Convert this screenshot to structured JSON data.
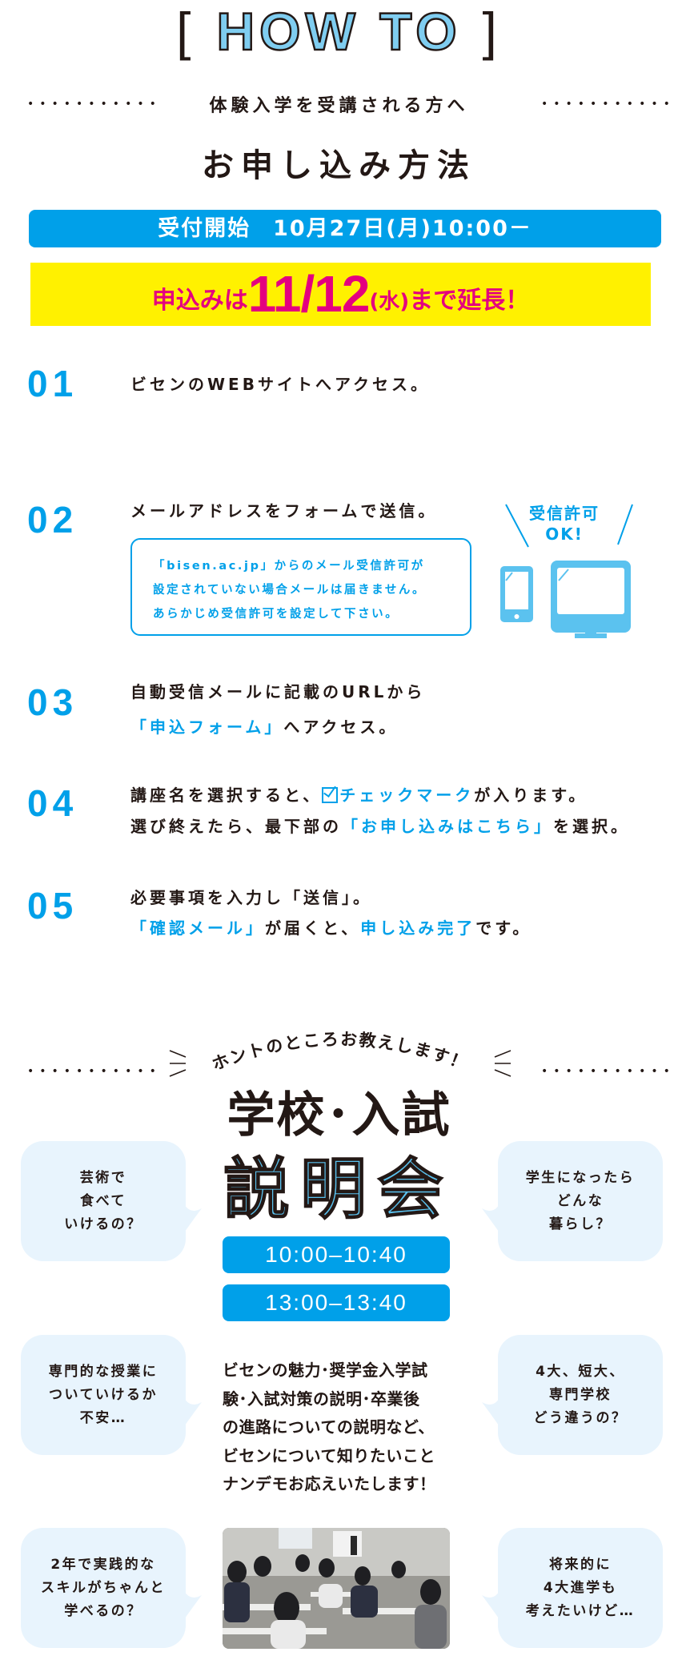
{
  "header": {
    "bracket_left": "[",
    "title": "HOW TO",
    "bracket_right": "]",
    "subtitle": "体験入学を受講される方へ",
    "heading": "お申し込み方法",
    "dots": "•••••••••••"
  },
  "reception": {
    "label": "受付開始",
    "date": "10月27日(月)10:00－"
  },
  "deadline": {
    "prefix": "申込みは",
    "date": "11/12",
    "weekday": "(水)",
    "suffix": "まで延長！"
  },
  "steps": [
    {
      "num": "01",
      "line1": "ビセンのWEBサイトへアクセス。"
    },
    {
      "num": "02",
      "line1": "メールアドレスをフォームで送信。",
      "notice": [
        "「bisen.ac.jp」からのメール受信許可が",
        "設定されていない場合メールは届きません。",
        "あらかじめ受信許可を設定して下さい。"
      ],
      "badge": [
        "受信許可",
        "OK!"
      ]
    },
    {
      "num": "03",
      "line1": "自動受信メールに記載のURLから",
      "line2_hl": "「申込フォーム」",
      "line2_rest": "へアクセス。"
    },
    {
      "num": "04",
      "line1_a": "講座名を選択すると、",
      "line1_hl": "チェックマーク",
      "line1_b": "が入ります。",
      "line2_a": "選び終えたら、最下部の",
      "line2_hl": "「お申し込みはこちら」",
      "line2_b": "を選択。"
    },
    {
      "num": "05",
      "line1": "必要事項を入力し「送信」。",
      "line2_hl1": "「確認メール」",
      "line2_a": "が届くと、",
      "line2_hl2": "申し込み完了",
      "line2_b": "です。"
    }
  ],
  "seminar": {
    "tagline": "ホントのところお教えします！",
    "title1": "学校･入試",
    "title2": "説明会",
    "times": [
      "10:00–10:40",
      "13:00–13:40"
    ],
    "description": [
      "ビセンの魅力･奨学金入学試",
      "験･入試対策の説明･卒業後",
      "の進路についての説明など、",
      "ビセンについて知りたいこと",
      "ナンデモお応えいたします！"
    ],
    "bubbles": [
      [
        "芸術で",
        "食べて",
        "いけるの？"
      ],
      [
        "学生になったら",
        "どんな",
        "暮らし？"
      ],
      [
        "専門的な授業に",
        "ついていけるか",
        "不安…"
      ],
      [
        "4大、短大、",
        "専門学校",
        "どう違うの？"
      ],
      [
        "2年で実践的な",
        "スキルがちゃんと",
        "学べるの？"
      ],
      [
        "将来的に",
        "4大進学も",
        "考えたいけど…"
      ]
    ]
  },
  "colors": {
    "blue": "#00a0e9",
    "light_blue": "#5bc2ef",
    "yellow": "#fff100",
    "magenta": "#e4007f",
    "bubble": "#e8f4fd"
  }
}
